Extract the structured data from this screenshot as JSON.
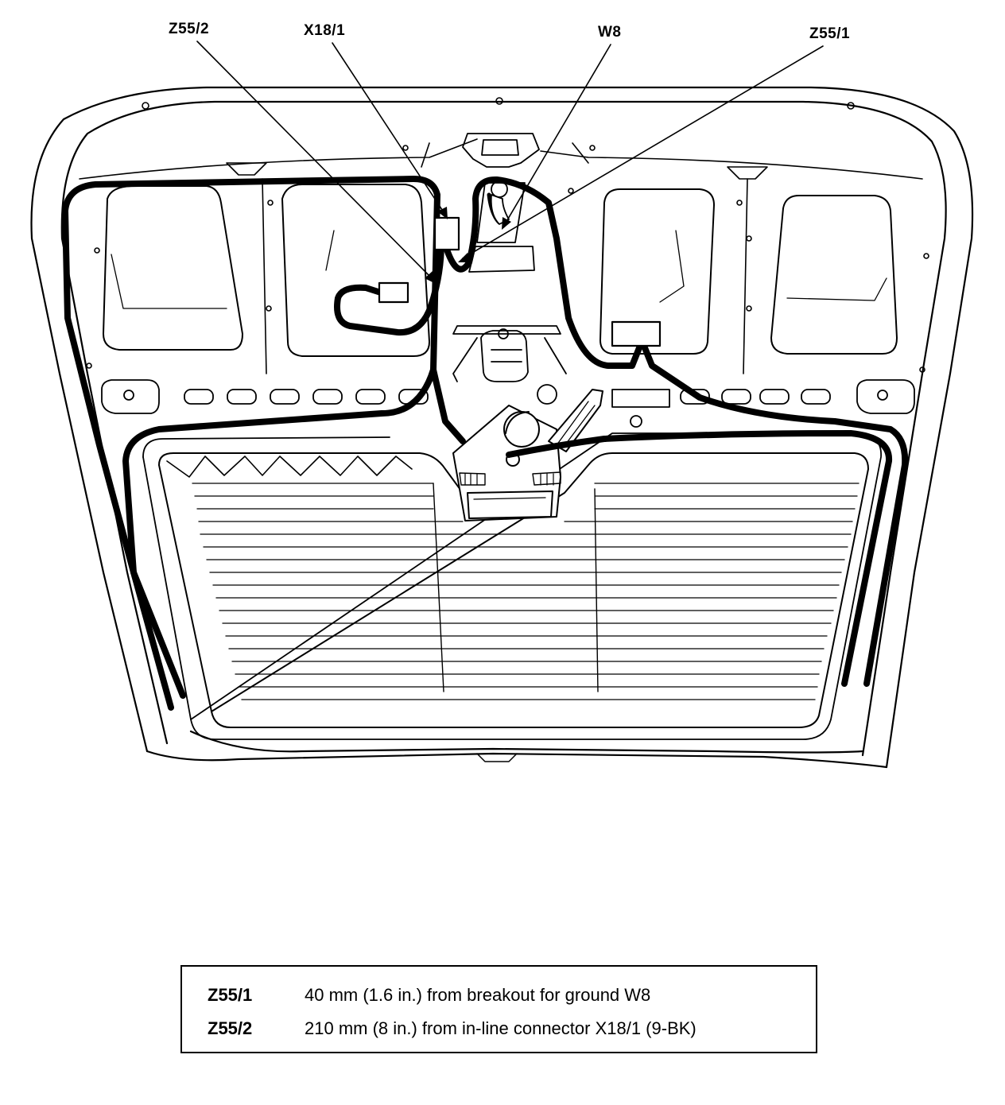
{
  "callouts": {
    "z55_2": "Z55/2",
    "x18_1": "X18/1",
    "w8": "W8",
    "z55_1": "Z55/1"
  },
  "legend": {
    "rows": [
      {
        "code": "Z55/1",
        "description": "40 mm (1.6 in.) from breakout for ground W8"
      },
      {
        "code": "Z55/2",
        "description": "210 mm (8 in.) from in-line connector X18/1 (9-BK)"
      }
    ]
  }
}
